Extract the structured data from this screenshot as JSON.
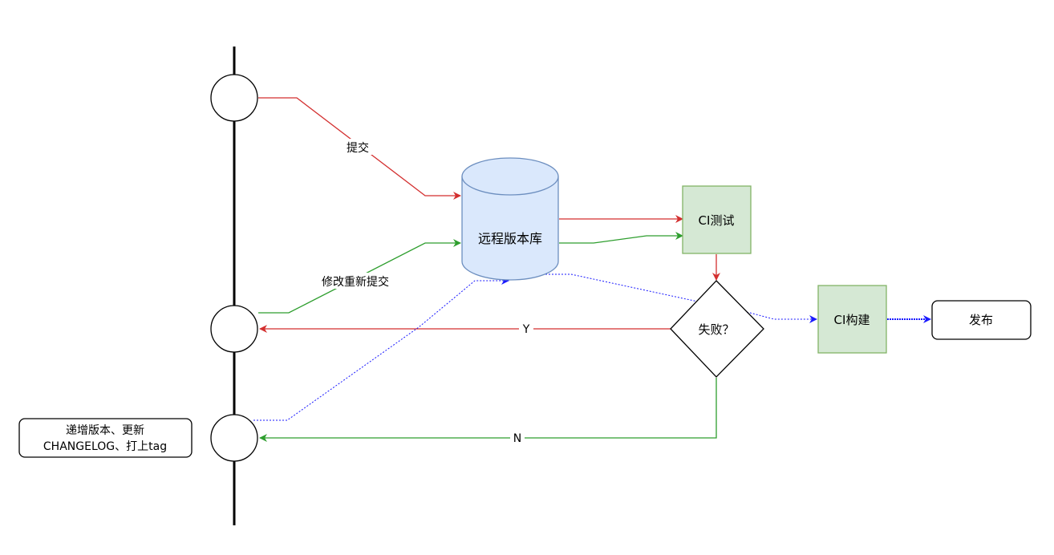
{
  "nodes": {
    "repo": {
      "label": "远程版本库"
    },
    "ci_test": {
      "label": "CI测试"
    },
    "decision": {
      "label": "失败？"
    },
    "ci_build": {
      "label": "CI构建"
    },
    "release": {
      "label": "发布"
    },
    "note": {
      "line1": "递增版本、更新",
      "line2": "CHANGELOG、打上tag"
    }
  },
  "edges": {
    "commit": {
      "label": "提交"
    },
    "recommit": {
      "label": "修改重新提交"
    },
    "yes": {
      "label": "Y"
    },
    "no": {
      "label": "N"
    }
  },
  "colors": {
    "red": "#d32f2f",
    "green": "#2e9e2e",
    "blue": "#1a1aff",
    "repo_fill": "#dae8fc",
    "repo_stroke": "#6c8ebf",
    "green_fill": "#d5e8d4",
    "green_stroke": "#82b366"
  }
}
